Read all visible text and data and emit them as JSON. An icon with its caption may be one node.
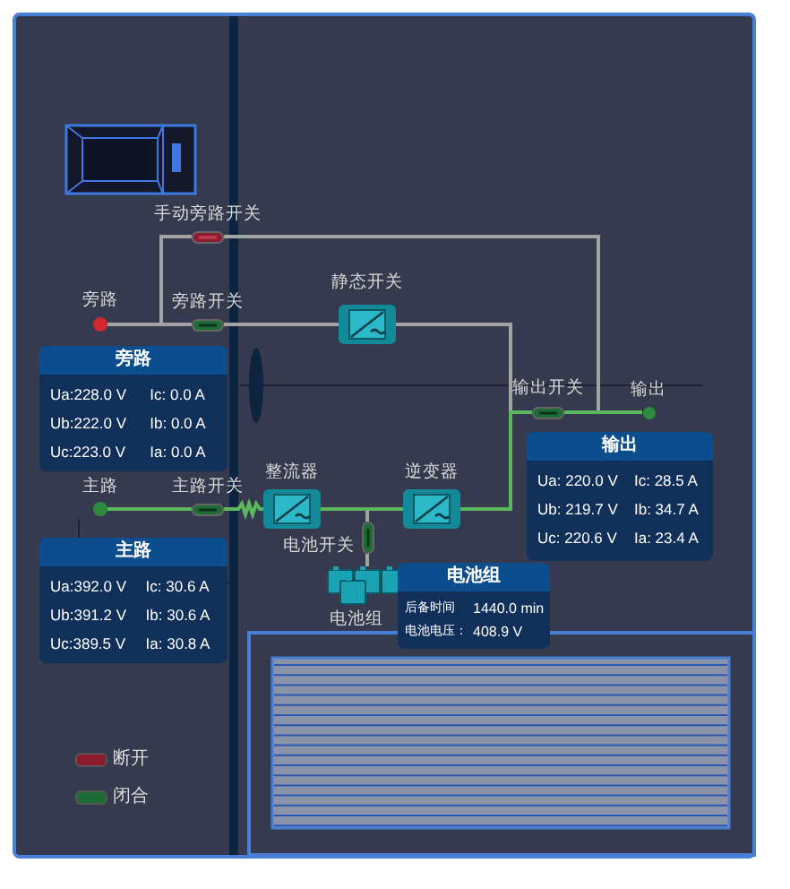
{
  "diagram": {
    "nodes": [
      {
        "text": [
          "旁路"
        ]
      },
      {
        "text": [
          "手动旁路开关"
        ]
      },
      {
        "text": [
          "旁路开关"
        ]
      },
      {
        "text": [
          "静态开关"
        ]
      },
      {
        "text": [
          "输出开关"
        ]
      },
      {
        "text": [
          "输出"
        ]
      },
      {
        "text": [
          "主路"
        ]
      },
      {
        "text": [
          "主路开关"
        ]
      },
      {
        "text": [
          "整流器"
        ]
      },
      {
        "text": [
          "逆变器"
        ]
      },
      {
        "text": [
          "电池开关"
        ]
      },
      {
        "text": [
          "电池组"
        ]
      },
      {
        "text": [
          "旁路",
          "Ua:228.0 V",
          "Ic: 0.0 A",
          "Ub:222.0 V",
          "Ib: 0.0 A",
          "Uc:223.0 V",
          "Ia: 0.0 A"
        ]
      },
      {
        "text": [
          "主路",
          "Ua:392.0 V",
          "Ic: 30.6 A",
          "Ub:391.2 V",
          "Ib: 30.6 A",
          "Uc:389.5 V",
          "Ia: 30.8 A"
        ]
      },
      {
        "text": [
          "输出",
          "Ua: 220.0 V",
          "Ic: 28.5 A",
          "Ub: 219.7 V",
          "Ib: 34.7 A",
          "Uc: 220.6 V",
          "Ia: 23.4 A"
        ]
      },
      {
        "text": [
          "电池组",
          "后备时间",
          "1440.0 min",
          "电池电压：",
          "408.9 V"
        ]
      }
    ],
    "edges": [
      {
        "from": 0,
        "to": 1,
        "arrow": "none"
      },
      {
        "from": 0,
        "to": 2,
        "arrow": "none"
      },
      {
        "from": 2,
        "to": 3,
        "arrow": "none"
      },
      {
        "from": 3,
        "to": 4,
        "arrow": "none"
      },
      {
        "from": 1,
        "to": 5,
        "arrow": "none"
      },
      {
        "from": 4,
        "to": 5,
        "arrow": "none",
        "color": "#5cb85c"
      },
      {
        "from": 6,
        "to": 7,
        "arrow": "none",
        "color": "#5cb85c"
      },
      {
        "from": 7,
        "to": 8,
        "arrow": "none",
        "color": "#5cb85c"
      },
      {
        "from": 8,
        "to": 9,
        "arrow": "none",
        "color": "#5cb85c"
      },
      {
        "from": 9,
        "to": 4,
        "arrow": "none",
        "color": "#5cb85c"
      },
      {
        "from": 10,
        "to": null,
        "arrow": "none"
      },
      {
        "from": 11,
        "to": 10,
        "arrow": "none"
      }
    ],
    "legend": [
      {
        "text": "断开",
        "color": "#8c1c2e"
      },
      {
        "text": "闭合",
        "color": "#1d6b36"
      }
    ]
  }
}
